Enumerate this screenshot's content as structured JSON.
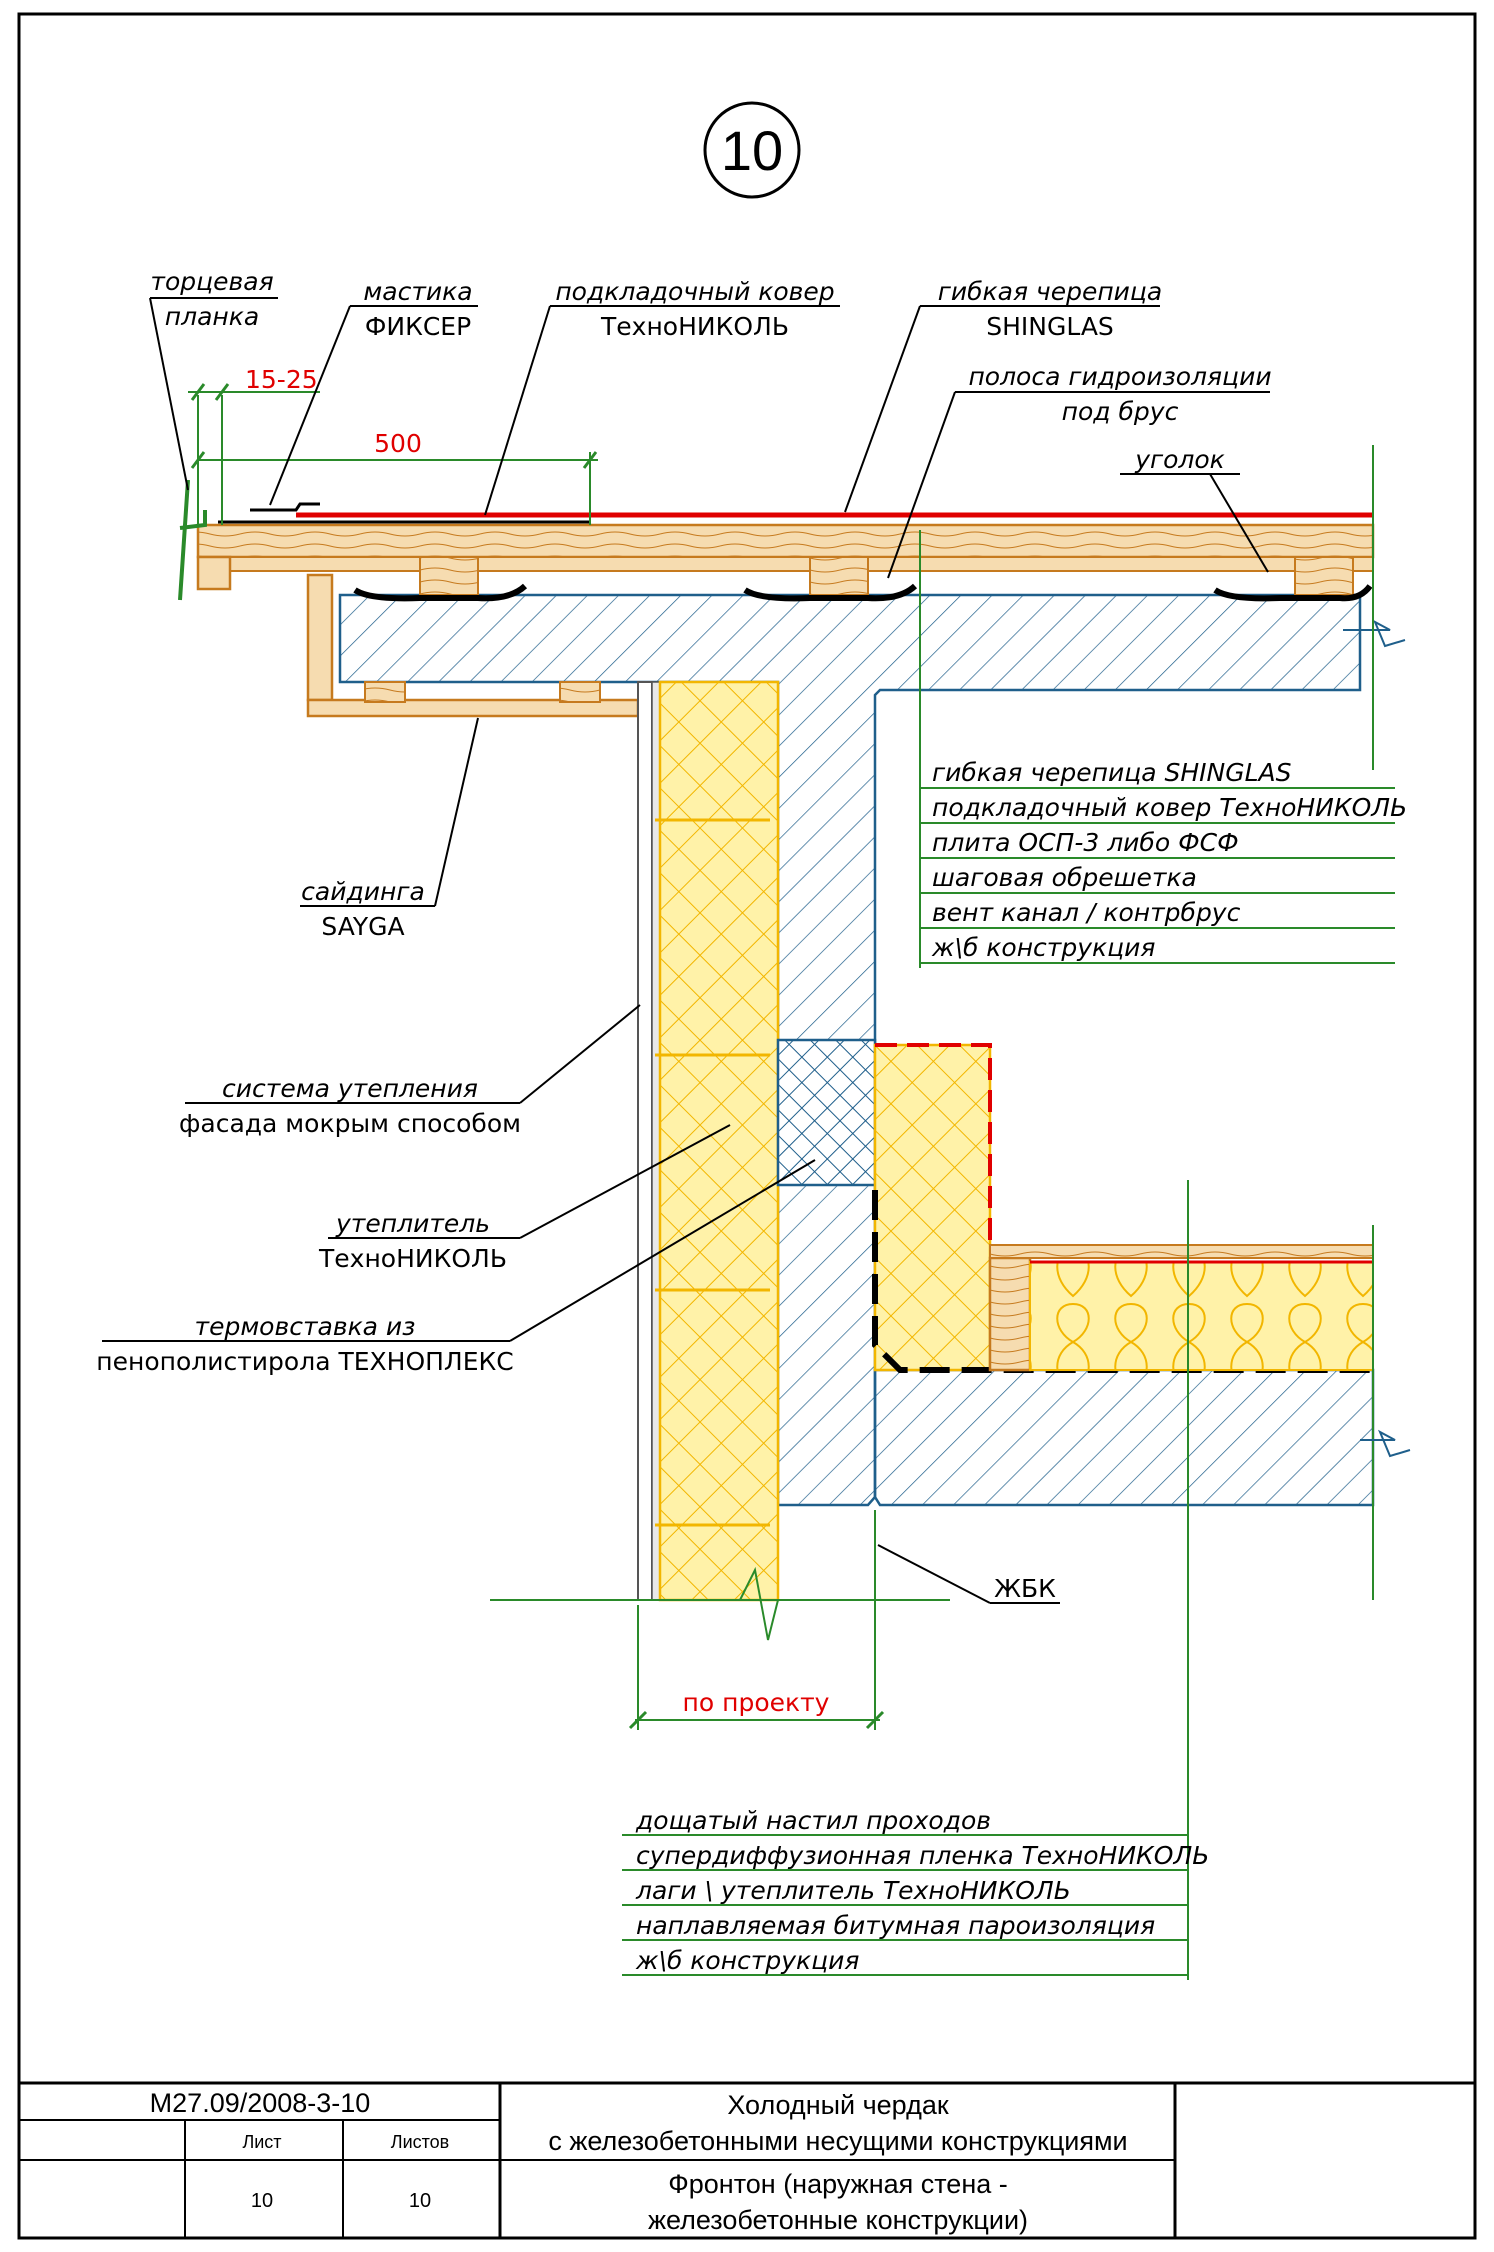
{
  "detail_number": "10",
  "callouts": {
    "end_plate": [
      "торцевая",
      "планка"
    ],
    "mastic": [
      "мастика",
      "ФИКСЕР"
    ],
    "underlay": [
      "подкладочный ковер",
      "ТехноНИКОЛЬ"
    ],
    "shingles": [
      "гибкая черепица",
      "SHINGLAS"
    ],
    "waterproof_strip": [
      "полоса гидроизоляции",
      "под брус"
    ],
    "angle": [
      "уголок"
    ],
    "siding": [
      "сайдинга",
      "SAYGA"
    ],
    "facade_system": [
      "система утепления",
      "фасада мокрым способом"
    ],
    "insulation": [
      "утеплитель",
      "ТехноНИКОЛЬ"
    ],
    "thermal_insert": [
      "термовставка из",
      "пенополистирола ТЕХНОПЛЕКС"
    ],
    "rc_beam": [
      "ЖБК"
    ]
  },
  "dimensions": {
    "overhang": "15-25",
    "overlap": "500",
    "wall": "по проекту"
  },
  "roof_layers": [
    "гибкая черепица SHINGLAS",
    "подкладочный ковер ТехноНИКОЛЬ",
    "плита ОСП-3 либо ФСФ",
    "шаговая обрешетка",
    "вент канал / контрбрус",
    "ж\\б конструкция"
  ],
  "floor_layers": [
    "дощатый настил проходов",
    "супердиффузионная пленка ТехноНИКОЛЬ",
    "лаги \\ утеплитель ТехноНИКОЛЬ",
    "наплавляемая битумная пароизоляция",
    "ж\\б конструкция"
  ],
  "title_block": {
    "code": "М27.09/2008-3-10",
    "sheet_label": "Лист",
    "sheets_label": "Листов",
    "sheet": "10",
    "sheets": "10",
    "title_line1": "Холодный чердак",
    "title_line2": "с железобетонными несущими конструкциями",
    "subtitle_line1": "Фронтон (наружная стена -",
    "subtitle_line2": "железобетонные конструкции)"
  },
  "colors": {
    "concrete": "#1f5f8b",
    "insulation": "#f2b600",
    "insulation_fill": "#fff2a8",
    "wood": "#c67a1e",
    "wood_fill": "#f6dcb0",
    "membrane": "#e00000",
    "leader_green": "#2a8a2a"
  }
}
